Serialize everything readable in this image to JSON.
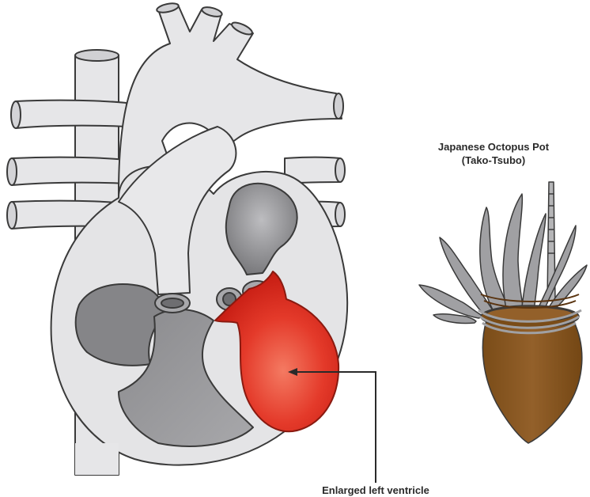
{
  "diagram": {
    "pot_label_line1": "Japanese Octopus Pot",
    "pot_label_line2": "(Tako-Tsubo)",
    "ventricle_label": "Enlarged left ventricle"
  },
  "colors": {
    "outline": "#3a3a3a",
    "heart_fill": "#e4e4e6",
    "chamber_dark": "#7d7d80",
    "chamber_mid": "#9d9da0",
    "ventricle_red": "#d8281d",
    "ventricle_highlight": "#f26a55",
    "pot_brown": "#8a5a20",
    "rope": "#6b3e12",
    "tentacle_grey": "#9c9c9e"
  }
}
